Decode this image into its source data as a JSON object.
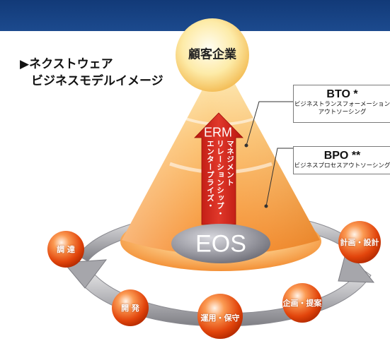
{
  "title": {
    "line1": "▶ネクストウェア",
    "line2": "ビジネスモデルイメージ"
  },
  "customer": "顧客企業",
  "erm": {
    "acronym": "ERM",
    "fullname_lines": [
      "マネジメント",
      "リレーションシップ・",
      "エンタープライズ・"
    ]
  },
  "eos": "EOS",
  "callouts": {
    "bto": {
      "code": "BTO *",
      "desc_line1": "ビジネストランスフォーメーション",
      "desc_line2": "アウトソーシング"
    },
    "bpo": {
      "code": "BPO **",
      "desc": "ビジネスプロセスアウトソーシング"
    }
  },
  "cycle": {
    "procurement": "調 達",
    "development": "開 発",
    "operation": "運用・保守",
    "planning": "企画・提案",
    "design": "計画・設計"
  },
  "colors": {
    "header": "#1a4587",
    "cone": "#f8a040",
    "ball": "#e64a0c",
    "arrow": "#d52a1e",
    "eos_disc": "#9a9aa0"
  }
}
